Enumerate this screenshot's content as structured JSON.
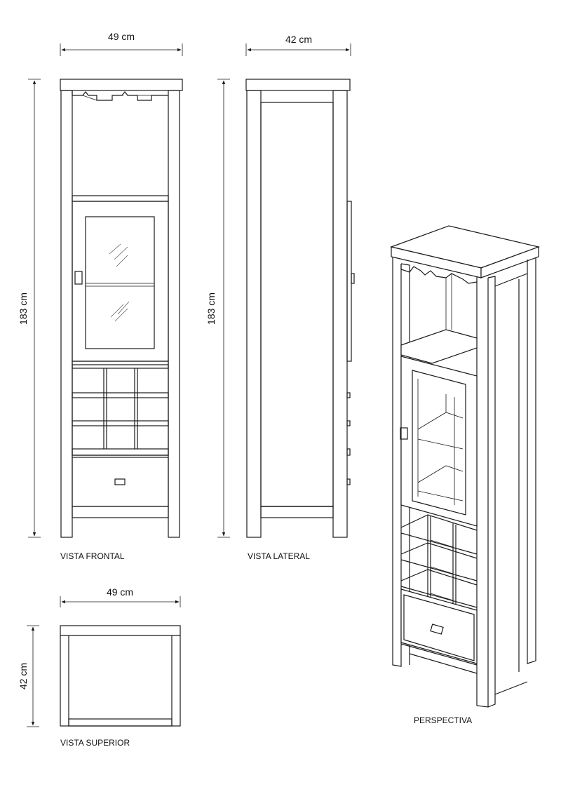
{
  "dimensions": {
    "front_width": "49 cm",
    "side_depth": "42 cm",
    "front_height": "183 cm",
    "side_height": "183 cm",
    "top_width": "49 cm",
    "top_depth": "42 cm"
  },
  "captions": {
    "front": "VISTA FRONTAL",
    "side": "VISTA LATERAL",
    "top": "VISTA SUPERIOR",
    "perspective": "PERSPECTIVA"
  },
  "colors": {
    "line": "#1a1a1a",
    "background": "#ffffff"
  }
}
